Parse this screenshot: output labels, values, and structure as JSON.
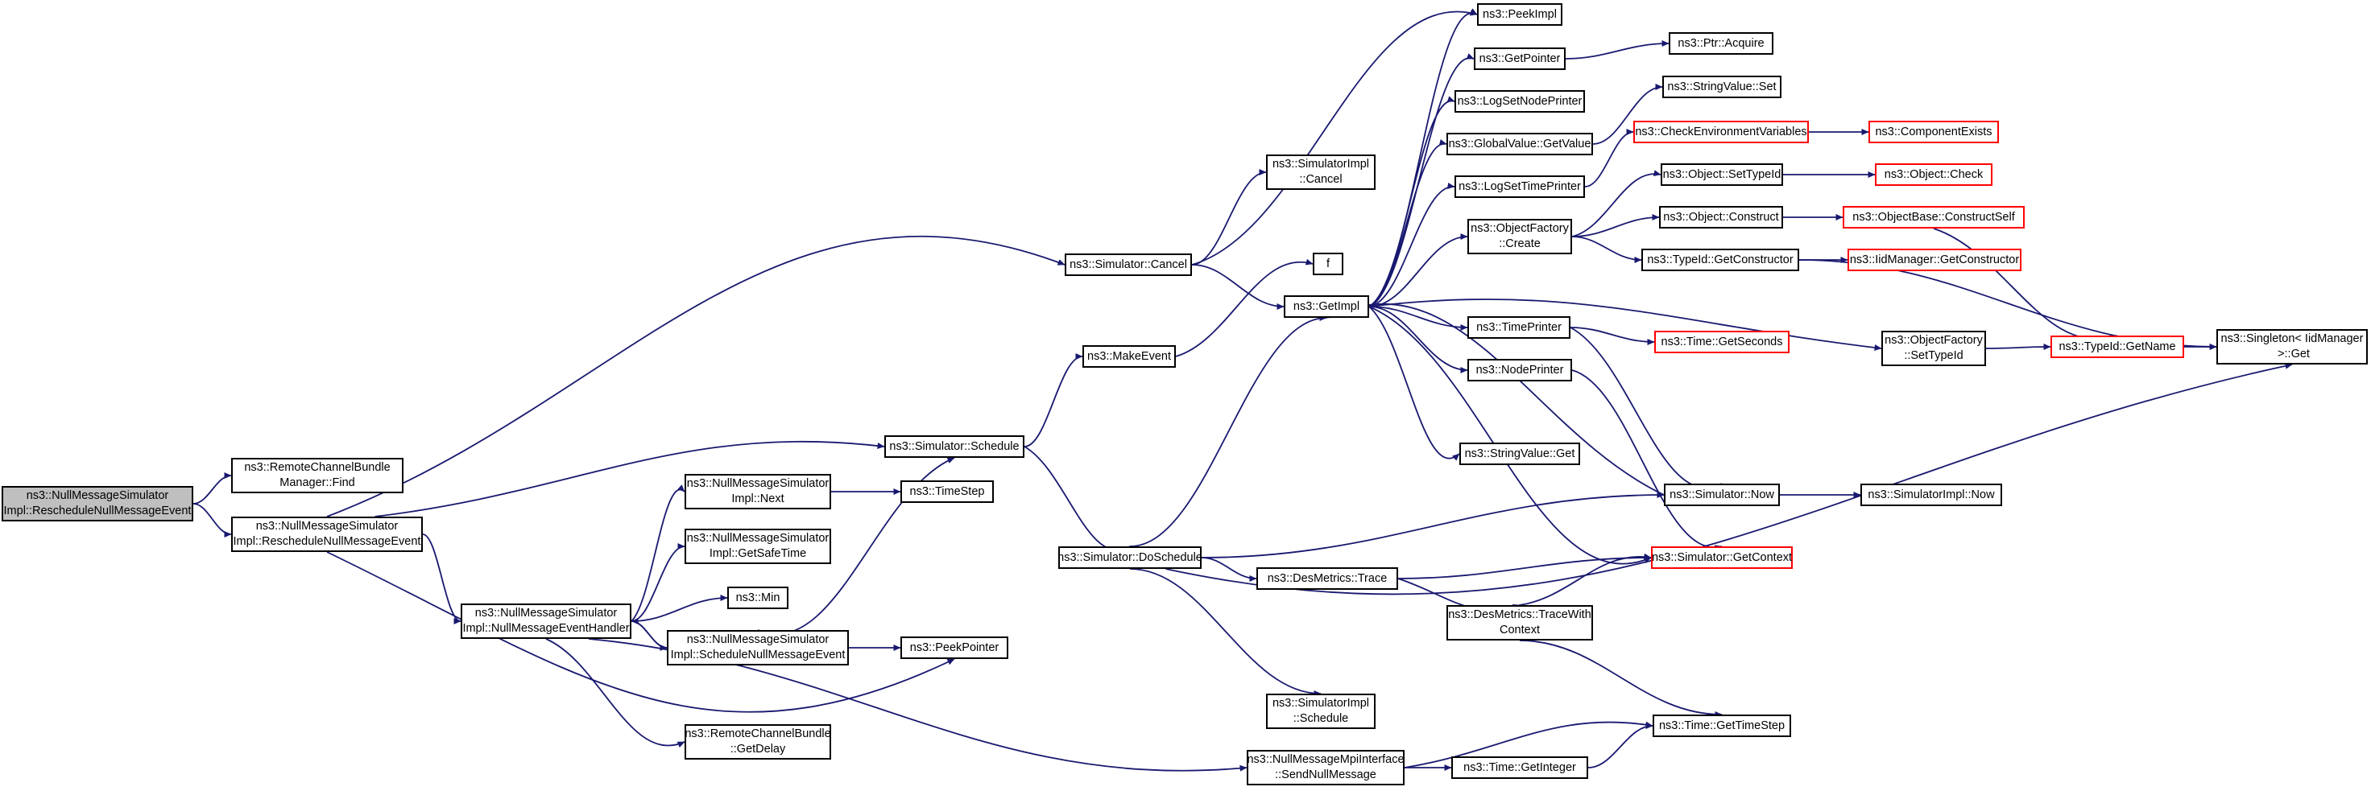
{
  "colors": {
    "edge": "#191970",
    "node_border": "#000000",
    "incomplete_border": "#ff0000",
    "root_fill": "#bfbfbf"
  },
  "nodes": {
    "root": {
      "label": "ns3::NullMessageSimulator\nImpl::RescheduleNullMessageEvent"
    },
    "rcb_find": {
      "label": "ns3::RemoteChannelBundle\nManager::Find"
    },
    "nms_resched": {
      "label": "ns3::NullMessageSimulator\nImpl::RescheduleNullMessageEvent"
    },
    "nms_handler": {
      "label": "ns3::NullMessageSimulator\nImpl::NullMessageEventHandler"
    },
    "nms_next": {
      "label": "ns3::NullMessageSimulator\nImpl::Next"
    },
    "nms_safetime": {
      "label": "ns3::NullMessageSimulator\nImpl::GetSafeTime"
    },
    "min": {
      "label": "ns3::Min"
    },
    "nms_schednull": {
      "label": "ns3::NullMessageSimulator\nImpl::ScheduleNullMessageEvent"
    },
    "rcb_delay": {
      "label": "ns3::RemoteChannelBundle\n::GetDelay"
    },
    "timestep": {
      "label": "ns3::TimeStep"
    },
    "peekpointer": {
      "label": "ns3::PeekPointer"
    },
    "sim_schedule": {
      "label": "ns3::Simulator::Schedule"
    },
    "sim_cancel": {
      "label": "ns3::Simulator::Cancel"
    },
    "makeevent": {
      "label": "ns3::MakeEvent"
    },
    "sim_doschedule": {
      "label": "ns3::Simulator::DoSchedule"
    },
    "simimpl_cancel": {
      "label": "ns3::SimulatorImpl\n::Cancel"
    },
    "f": {
      "label": "f"
    },
    "getimpl": {
      "label": "ns3::GetImpl"
    },
    "desmetrics_trace": {
      "label": "ns3::DesMetrics::Trace"
    },
    "simimpl_schedule": {
      "label": "ns3::SimulatorImpl\n::Schedule"
    },
    "mpi_sendnull": {
      "label": "ns3::NullMessageMpiInterface\n::SendNullMessage"
    },
    "peekimpl": {
      "label": "ns3::PeekImpl"
    },
    "getpointer": {
      "label": "ns3::GetPointer"
    },
    "logsetnodeprinter": {
      "label": "ns3::LogSetNodePrinter"
    },
    "globalvalue_get": {
      "label": "ns3::GlobalValue::GetValue"
    },
    "logsettimeprinter": {
      "label": "ns3::LogSetTimePrinter"
    },
    "objfactory_create": {
      "label": "ns3::ObjectFactory\n::Create"
    },
    "timeprinter": {
      "label": "ns3::TimePrinter"
    },
    "nodeprinter": {
      "label": "ns3::NodePrinter"
    },
    "stringvalue_get": {
      "label": "ns3::StringValue::Get"
    },
    "desmetrics_tracewith": {
      "label": "ns3::DesMetrics::TraceWith\nContext"
    },
    "time_getinteger": {
      "label": "ns3::Time::GetInteger"
    },
    "ptr_acquire": {
      "label": "ns3::Ptr::Acquire"
    },
    "stringvalue_set": {
      "label": "ns3::StringValue::Set"
    },
    "checkenv": {
      "label": "ns3::CheckEnvironmentVariables"
    },
    "object_settypeid": {
      "label": "ns3::Object::SetTypeId"
    },
    "object_construct": {
      "label": "ns3::Object::Construct"
    },
    "typeid_getctor": {
      "label": "ns3::TypeId::GetConstructor"
    },
    "objfactory_settypeid": {
      "label": "ns3::ObjectFactory\n::SetTypeId"
    },
    "time_getseconds": {
      "label": "ns3::Time::GetSeconds"
    },
    "sim_now": {
      "label": "ns3::Simulator::Now"
    },
    "sim_getcontext": {
      "label": "ns3::Simulator::GetContext"
    },
    "time_gettimestep": {
      "label": "ns3::Time::GetTimeStep"
    },
    "componentexists": {
      "label": "ns3::ComponentExists"
    },
    "object_check": {
      "label": "ns3::Object::Check"
    },
    "objectbase_construct": {
      "label": "ns3::ObjectBase::ConstructSelf"
    },
    "iidmanager_getctor": {
      "label": "ns3::IidManager::GetConstructor"
    },
    "typeid_getname": {
      "label": "ns3::TypeId::GetName"
    },
    "simimpl_now": {
      "label": "ns3::SimulatorImpl::Now"
    },
    "singleton_get": {
      "label": "ns3::Singleton< IidManager\n >::Get"
    }
  }
}
